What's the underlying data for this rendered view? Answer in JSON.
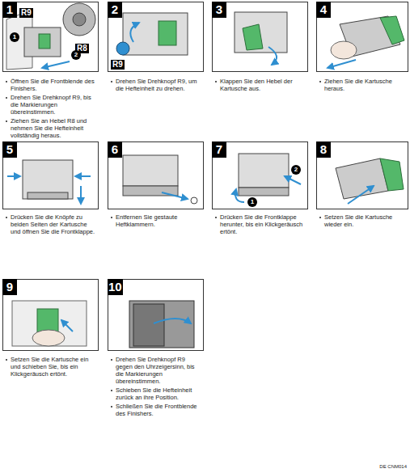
{
  "diagram": {
    "labels": [
      "1",
      "R9",
      "1",
      "R8",
      "2",
      "Öffnen Sie die Frontblende des Finishers.",
      "Drehen Sie Drehknopf R9, bis die Markierungen übereinstimmen.",
      "Ziehen Sie an Hebel R8 und nehmen Sie die Hefteinheit vollständig heraus.",
      "2",
      "R9",
      "Drehen Sie Drehknopf R9, um die Hefteinheit zu drehen.",
      "3",
      "Klappen Sie den Hebel der Kartusche aus.",
      "4",
      "Ziehen Sie die Kartusche heraus.",
      "5",
      "Drücken Sie die Knöpfe zu beiden Seiten der Kartusche und öffnen Sie die Frontklappe.",
      "6",
      "Entfernen Sie gestaute Heftklammern.",
      "7",
      "1",
      "2",
      "Drücken Sie die Frontklappe herunter, bis ein Klickgeräusch ertönt.",
      "8",
      "Setzen Sie die Kartusche wieder ein.",
      "9",
      "Setzen Sie die Kartusche ein und schieben Sie, bis ein Klickgeräusch ertönt.",
      "10",
      "Drehen Sie Drehknopf R9 gegen den Uhrzeigersinn, bis die Markierungen übereinstimmen.",
      "Schieben Sie die Hefteinheit zurück an ihre Position.",
      "Schließen Sie die Frontblende des Finishers.",
      "DE CNM014"
    ]
  }
}
